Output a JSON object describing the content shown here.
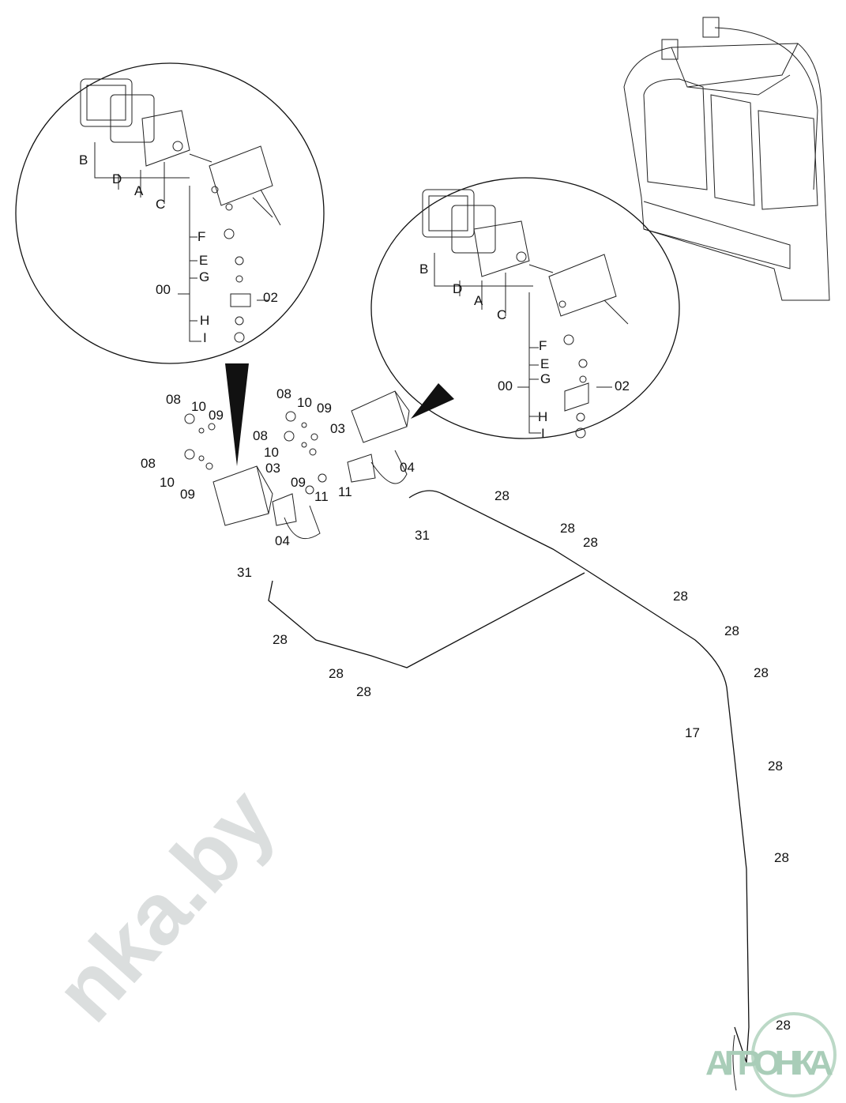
{
  "diagram": {
    "detail_left": {
      "letters": [
        "B",
        "D",
        "A",
        "C",
        "F",
        "E",
        "G",
        "00",
        "02",
        "H",
        "I"
      ]
    },
    "detail_right": {
      "letters": [
        "B",
        "D",
        "A",
        "C",
        "F",
        "E",
        "G",
        "00",
        "02",
        "H",
        "I"
      ]
    },
    "callouts": [
      "08",
      "10",
      "09",
      "08",
      "10",
      "09",
      "08",
      "10",
      "09",
      "08",
      "10",
      "09",
      "03",
      "03",
      "11",
      "11",
      "04",
      "04",
      "28",
      "31",
      "28",
      "28",
      "31",
      "28",
      "28",
      "28",
      "28",
      "28",
      "28",
      "17",
      "28",
      "28",
      "28"
    ],
    "watermark": "nka.by",
    "logo": "АГРОНКА"
  }
}
